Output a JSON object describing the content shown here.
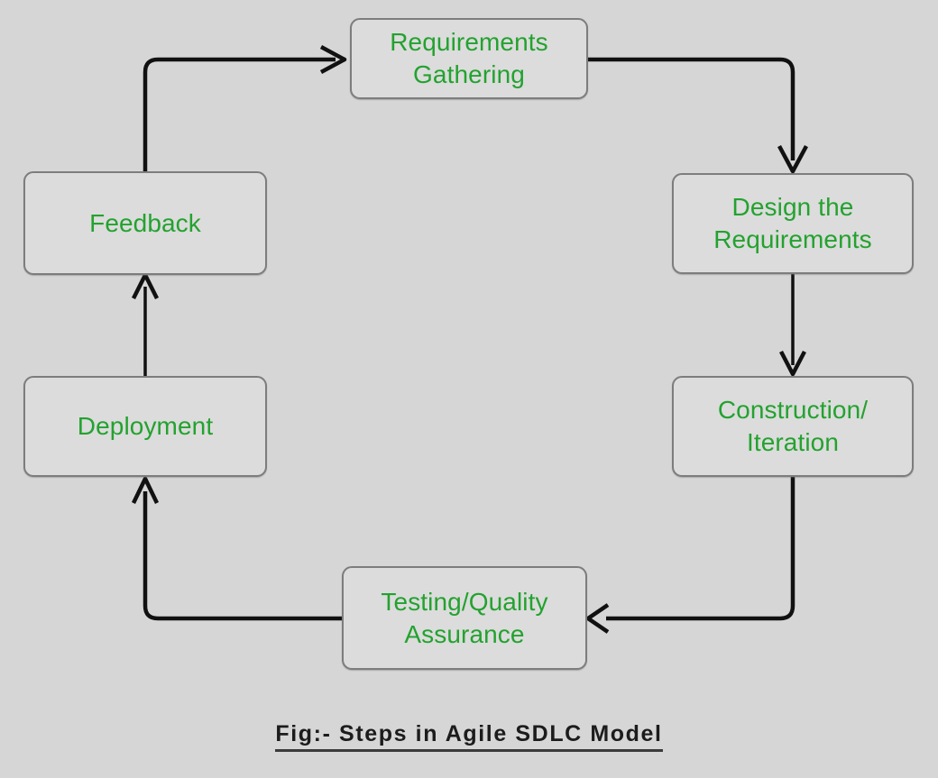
{
  "diagram": {
    "title": "Agile SDLC Model cycle diagram",
    "background_color": "#d6d6d6",
    "node_fill_color": "#dcdcdc",
    "node_border_color": "#7d7d7d",
    "node_text_color": "#23a22f",
    "connector_color": "#111111",
    "caption_color": "#1c1c1c",
    "nodes": [
      {
        "id": "requirements",
        "label": "Requirements\nGathering"
      },
      {
        "id": "design",
        "label": "Design the\nRequirements"
      },
      {
        "id": "construction",
        "label": "Construction/\nIteration"
      },
      {
        "id": "testing",
        "label": "Testing/Quality\nAssurance"
      },
      {
        "id": "deployment",
        "label": "Deployment"
      },
      {
        "id": "feedback",
        "label": "Feedback"
      }
    ],
    "connectors": [
      {
        "id": "feedback-to-requirements",
        "from": "feedback",
        "to": "requirements",
        "arrow": "right"
      },
      {
        "id": "requirements-to-design",
        "from": "requirements",
        "to": "design",
        "arrow": "down"
      },
      {
        "id": "design-to-construction",
        "from": "design",
        "to": "construction",
        "arrow": "down"
      },
      {
        "id": "construction-to-testing",
        "from": "construction",
        "to": "testing",
        "arrow": "left"
      },
      {
        "id": "testing-to-deployment",
        "from": "testing",
        "to": "deployment",
        "arrow": "up"
      },
      {
        "id": "deployment-to-feedback",
        "from": "deployment",
        "to": "feedback",
        "arrow": "up"
      }
    ]
  },
  "caption": {
    "text": "Fig:- Steps in Agile SDLC Model"
  }
}
